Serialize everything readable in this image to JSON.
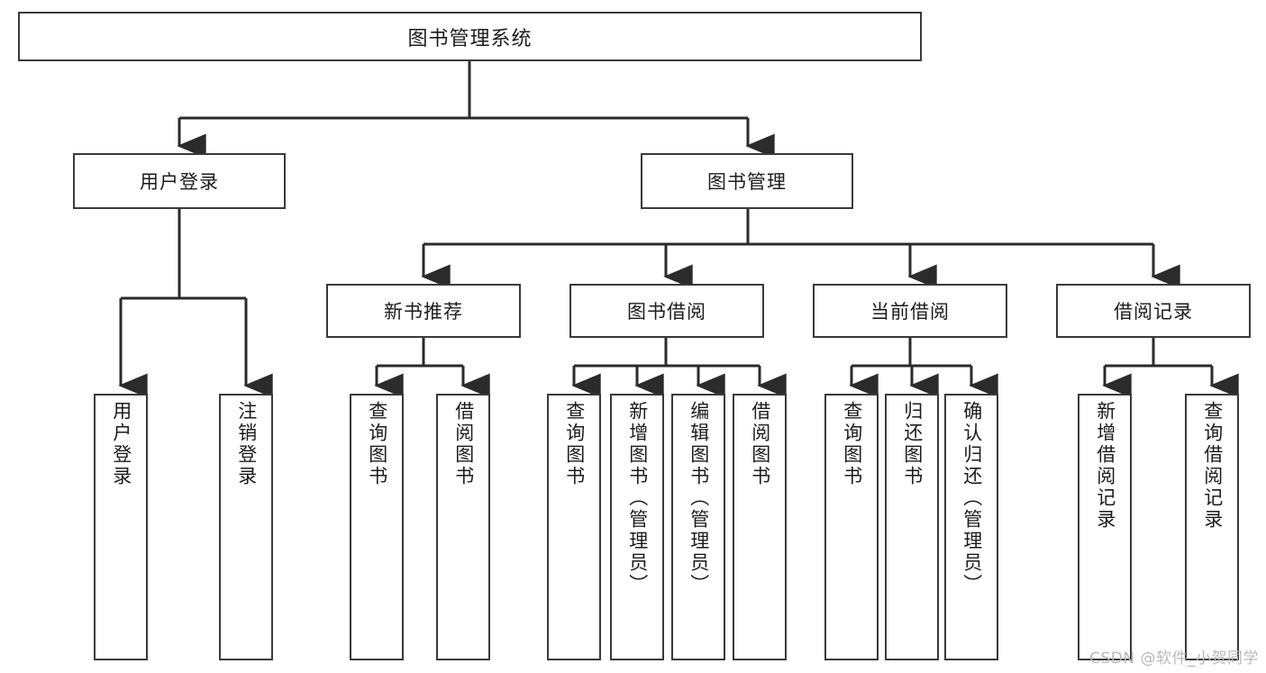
{
  "diagram": {
    "type": "tree",
    "title": "图书管理系统",
    "root": {
      "label": "图书管理系统"
    },
    "level2": [
      {
        "label": "用户登录"
      },
      {
        "label": "图书管理"
      }
    ],
    "level3": [
      {
        "label": "新书推荐"
      },
      {
        "label": "图书借阅"
      },
      {
        "label": "当前借阅"
      },
      {
        "label": "借阅记录"
      }
    ],
    "leaves": {
      "user_login": [
        {
          "label": "用户登录"
        },
        {
          "label": "注销登录"
        }
      ],
      "new_book_recommend": [
        {
          "label": "查询图书"
        },
        {
          "label": "借阅图书"
        }
      ],
      "book_borrow": [
        {
          "label": "查询图书"
        },
        {
          "label": "新增图书（管理员）"
        },
        {
          "label": "编辑图书（管理员）"
        },
        {
          "label": "借阅图书"
        }
      ],
      "current_borrow": [
        {
          "label": "查询图书"
        },
        {
          "label": "归还图书"
        },
        {
          "label": "确认归还（管理员）"
        }
      ],
      "borrow_record": [
        {
          "label": "新增借阅记录"
        },
        {
          "label": "查询借阅记录"
        }
      ]
    }
  },
  "watermark": {
    "text": "CSDN @软件_小贺同学"
  },
  "colors": {
    "box_border": "#3a3a3a",
    "box_fill": "#ffffff",
    "text": "#1c1c1c",
    "connector": "#2b2b2b",
    "watermark": "#b9b9b9"
  }
}
